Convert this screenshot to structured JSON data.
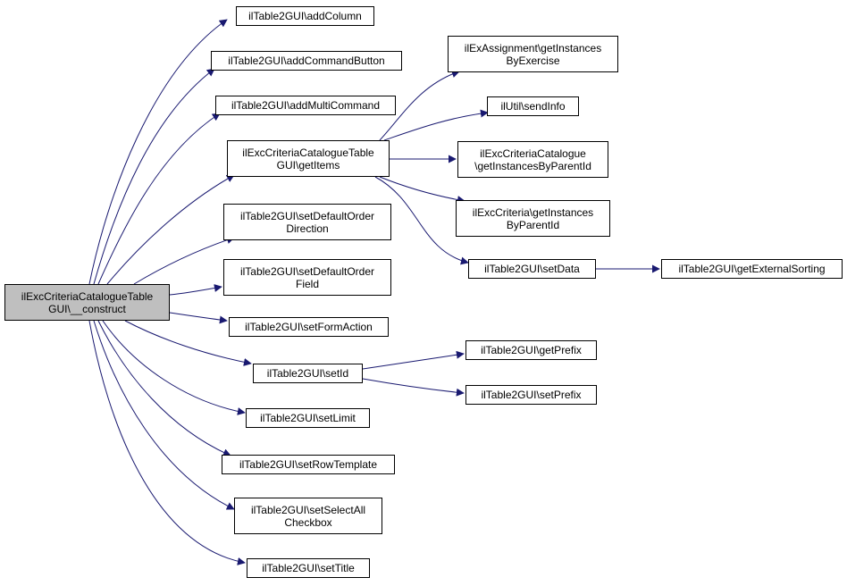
{
  "diagram": {
    "root": {
      "lines": [
        "ilExcCriteriaCatalogueTable",
        "GUI\\__construct"
      ]
    },
    "nodes": {
      "addColumn": {
        "lines": [
          "ilTable2GUI\\addColumn"
        ]
      },
      "addCommandButton": {
        "lines": [
          "ilTable2GUI\\addCommandButton"
        ]
      },
      "addMultiCommand": {
        "lines": [
          "ilTable2GUI\\addMultiCommand"
        ]
      },
      "getItems": {
        "lines": [
          "ilExcCriteriaCatalogueTable",
          "GUI\\getItems"
        ]
      },
      "setDefaultOrderDirection": {
        "lines": [
          "ilTable2GUI\\setDefaultOrder",
          "Direction"
        ]
      },
      "setDefaultOrderField": {
        "lines": [
          "ilTable2GUI\\setDefaultOrder",
          "Field"
        ]
      },
      "setFormAction": {
        "lines": [
          "ilTable2GUI\\setFormAction"
        ]
      },
      "setId": {
        "lines": [
          "ilTable2GUI\\setId"
        ]
      },
      "setLimit": {
        "lines": [
          "ilTable2GUI\\setLimit"
        ]
      },
      "setRowTemplate": {
        "lines": [
          "ilTable2GUI\\setRowTemplate"
        ]
      },
      "setSelectAllCheckbox": {
        "lines": [
          "ilTable2GUI\\setSelectAll",
          "Checkbox"
        ]
      },
      "setTitle": {
        "lines": [
          "ilTable2GUI\\setTitle"
        ]
      },
      "getInstancesByExercise": {
        "lines": [
          "ilExAssignment\\getInstances",
          "ByExercise"
        ]
      },
      "sendInfo": {
        "lines": [
          "ilUtil\\sendInfo"
        ]
      },
      "catalogueGetInstancesByParentId": {
        "lines": [
          "ilExcCriteriaCatalogue",
          "\\getInstancesByParentId"
        ]
      },
      "criteriaGetInstancesByParentId": {
        "lines": [
          "ilExcCriteria\\getInstances",
          "ByParentId"
        ]
      },
      "setData": {
        "lines": [
          "ilTable2GUI\\setData"
        ]
      },
      "getExternalSorting": {
        "lines": [
          "ilTable2GUI\\getExternalSorting"
        ]
      },
      "getPrefix": {
        "lines": [
          "ilTable2GUI\\getPrefix"
        ]
      },
      "setPrefix": {
        "lines": [
          "ilTable2GUI\\setPrefix"
        ]
      }
    },
    "edges": [
      {
        "from": "root",
        "to": "addColumn"
      },
      {
        "from": "root",
        "to": "addCommandButton"
      },
      {
        "from": "root",
        "to": "addMultiCommand"
      },
      {
        "from": "root",
        "to": "getItems"
      },
      {
        "from": "root",
        "to": "setDefaultOrderDirection"
      },
      {
        "from": "root",
        "to": "setDefaultOrderField"
      },
      {
        "from": "root",
        "to": "setFormAction"
      },
      {
        "from": "root",
        "to": "setId"
      },
      {
        "from": "root",
        "to": "setLimit"
      },
      {
        "from": "root",
        "to": "setRowTemplate"
      },
      {
        "from": "root",
        "to": "setSelectAllCheckbox"
      },
      {
        "from": "root",
        "to": "setTitle"
      },
      {
        "from": "getItems",
        "to": "getInstancesByExercise"
      },
      {
        "from": "getItems",
        "to": "sendInfo"
      },
      {
        "from": "getItems",
        "to": "catalogueGetInstancesByParentId"
      },
      {
        "from": "getItems",
        "to": "criteriaGetInstancesByParentId"
      },
      {
        "from": "getItems",
        "to": "setData"
      },
      {
        "from": "setData",
        "to": "getExternalSorting"
      },
      {
        "from": "setId",
        "to": "getPrefix"
      },
      {
        "from": "setId",
        "to": "setPrefix"
      }
    ],
    "colors": {
      "edge": "#191970",
      "root_fill": "#bfbfbf",
      "node_fill": "#ffffff",
      "border": "#000000"
    }
  }
}
